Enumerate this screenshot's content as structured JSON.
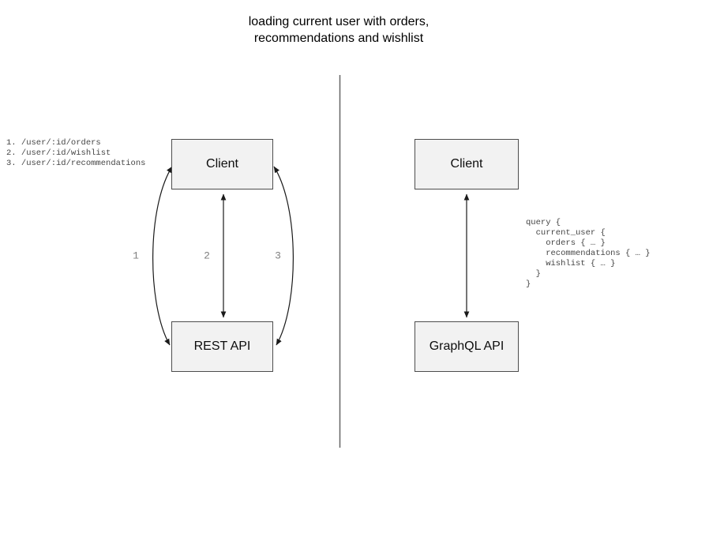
{
  "title": {
    "line1": "loading current user with orders,",
    "line2": "recommendations and wishlist"
  },
  "rest_panel": {
    "endpoints": [
      "1. /user/:id/orders",
      "2. /user/:id/wishlist",
      "3. /user/:id/recommendations"
    ],
    "client_label": "Client",
    "api_label": "REST API",
    "arrow_labels": [
      "1",
      "2",
      "3"
    ]
  },
  "graphql_panel": {
    "client_label": "Client",
    "api_label": "GraphQL API",
    "query_code": "query {\n  current_user {\n    orders { … }\n    recommendations { … }\n    wishlist { … }\n  }\n}"
  },
  "colors": {
    "background": "#ffffff",
    "box_fill": "#f2f2f2",
    "box_border": "#4d4d4d",
    "arrow": "#1a1a1a",
    "divider": "#666666",
    "label_gray": "#7f7f7f",
    "code_text": "#454545",
    "title_text": "#000000"
  }
}
